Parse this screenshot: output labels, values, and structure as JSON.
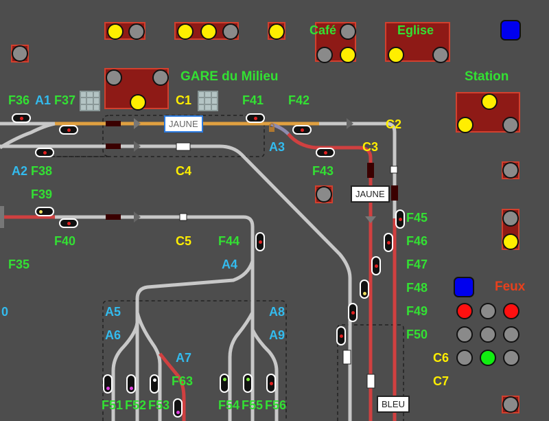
{
  "title_labels": {
    "gare": "GARE du Milieu",
    "cafe": "Café",
    "eglise": "Eglise",
    "station": "Station",
    "feux": "Feux"
  },
  "feu_labels": [
    "F36",
    "F37",
    "F38",
    "F39",
    "F40",
    "F35",
    "F41",
    "F42",
    "F43",
    "F44",
    "F45",
    "F46",
    "F47",
    "F48",
    "F49",
    "F50",
    "F51",
    "F52",
    "F53",
    "F54",
    "F55",
    "F56",
    "F63"
  ],
  "aiguille_labels": [
    "A1",
    "A2",
    "A3",
    "A4",
    "A5",
    "A6",
    "A7",
    "A8",
    "A9",
    "0"
  ],
  "canton_labels": [
    "C1",
    "C2",
    "C3",
    "C4",
    "C5",
    "C6",
    "C7"
  ],
  "block_tags": {
    "top_track": "JAUNE",
    "c3_track": "JAUNE",
    "bottom": "BLEU"
  },
  "panels": {
    "lamp_pair_top": [
      "on",
      "off"
    ],
    "lamp_triple_top": [
      "on",
      "on",
      "off"
    ],
    "lamp_single_top": [
      "on"
    ],
    "cafe": [
      "off",
      "off",
      "on"
    ],
    "eglise": [
      "on",
      "off"
    ],
    "gare": [
      "off",
      "off",
      "on"
    ],
    "station": [
      "on",
      "on",
      "off"
    ],
    "left_single": [
      "off"
    ],
    "right_single_1": [
      "off"
    ],
    "right_pair": [
      "off",
      "on"
    ],
    "right_single_2": [
      "off"
    ],
    "mid_single": [
      "off"
    ]
  },
  "feux_grid": [
    [
      "red",
      "off",
      "red"
    ],
    [
      "off",
      "off",
      "off"
    ],
    [
      "off",
      "green",
      "off"
    ]
  ],
  "colors": {
    "background": "#4d4d4d",
    "track": "#c8c8c8",
    "track_reserved": "#e0a040",
    "track_occupied": "#d04040",
    "feu_label": "#33e033",
    "aiguille_label": "#33bbee",
    "canton_label": "#ffee00",
    "panel": "#8e1a16"
  }
}
